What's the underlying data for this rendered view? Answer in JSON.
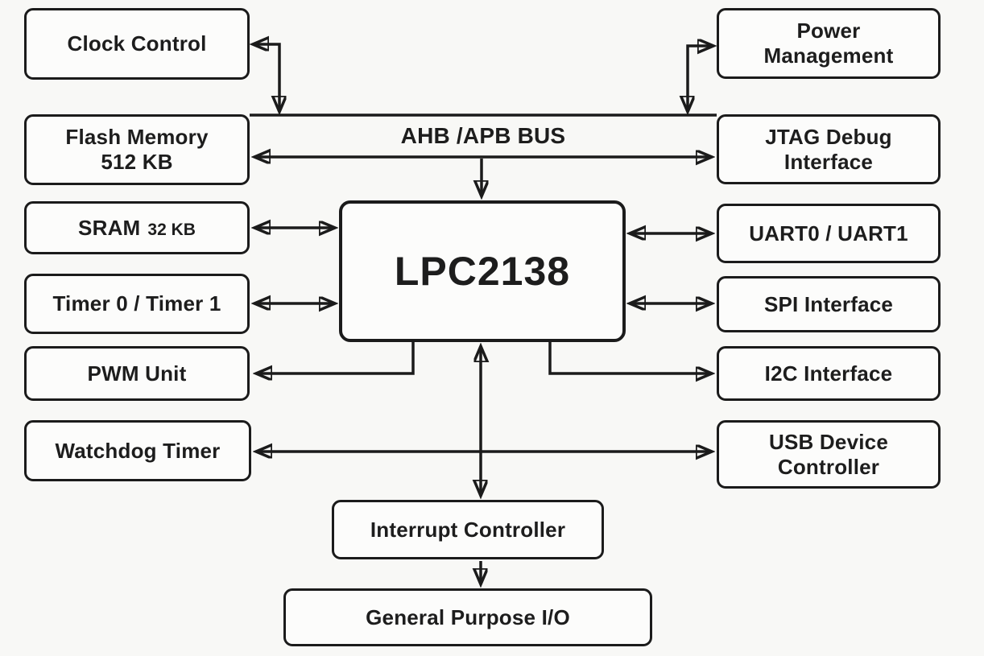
{
  "diagram": {
    "colors": {
      "background": "#f8f8f6",
      "box_fill": "#fcfcfb",
      "stroke": "#1b1b1b",
      "text": "#1d1d1d"
    },
    "nodes": {
      "clock_control": {
        "label": "Clock Control"
      },
      "flash_memory": {
        "label": "Flash Memory\n512 KB"
      },
      "sram": {
        "label": "SRAM",
        "sublabel": "32 KB"
      },
      "timer": {
        "label": "Timer 0 / Timer 1"
      },
      "pwm": {
        "label": "PWM Unit"
      },
      "watchdog": {
        "label": "Watchdog Timer"
      },
      "bus": {
        "label": "AHB /APB BUS"
      },
      "cpu": {
        "label": "LPC2138"
      },
      "power_management": {
        "label": "Power\nManagement"
      },
      "jtag": {
        "label": "JTAG Debug\nInterface"
      },
      "uart": {
        "label": "UART0 / UART1"
      },
      "spi": {
        "label": "SPI Interface"
      },
      "i2c": {
        "label": "I2C Interface"
      },
      "usb": {
        "label": "USB Device\nController"
      },
      "interrupt_controller": {
        "label": "Interrupt Controller"
      },
      "gpio": {
        "label": "General Purpose I/O"
      }
    },
    "edges": [
      {
        "from": "bus",
        "to": "clock_control",
        "direction": "both"
      },
      {
        "from": "bus",
        "to": "power_management",
        "direction": "both"
      },
      {
        "from": "flash_memory",
        "to": "jtag",
        "via": "bus",
        "direction": "both"
      },
      {
        "from": "bus",
        "to": "cpu",
        "direction": "forward"
      },
      {
        "from": "sram",
        "to": "cpu",
        "direction": "both"
      },
      {
        "from": "timer",
        "to": "cpu",
        "direction": "both"
      },
      {
        "from": "cpu",
        "to": "uart",
        "direction": "both"
      },
      {
        "from": "cpu",
        "to": "spi",
        "direction": "both"
      },
      {
        "from": "cpu",
        "to": "pwm",
        "direction": "forward"
      },
      {
        "from": "cpu",
        "to": "i2c",
        "direction": "forward"
      },
      {
        "from": "watchdog",
        "to": "usb",
        "direction": "both"
      },
      {
        "from": "cpu",
        "to": "interrupt_controller",
        "direction": "both"
      },
      {
        "from": "interrupt_controller",
        "to": "gpio",
        "direction": "forward"
      }
    ]
  }
}
